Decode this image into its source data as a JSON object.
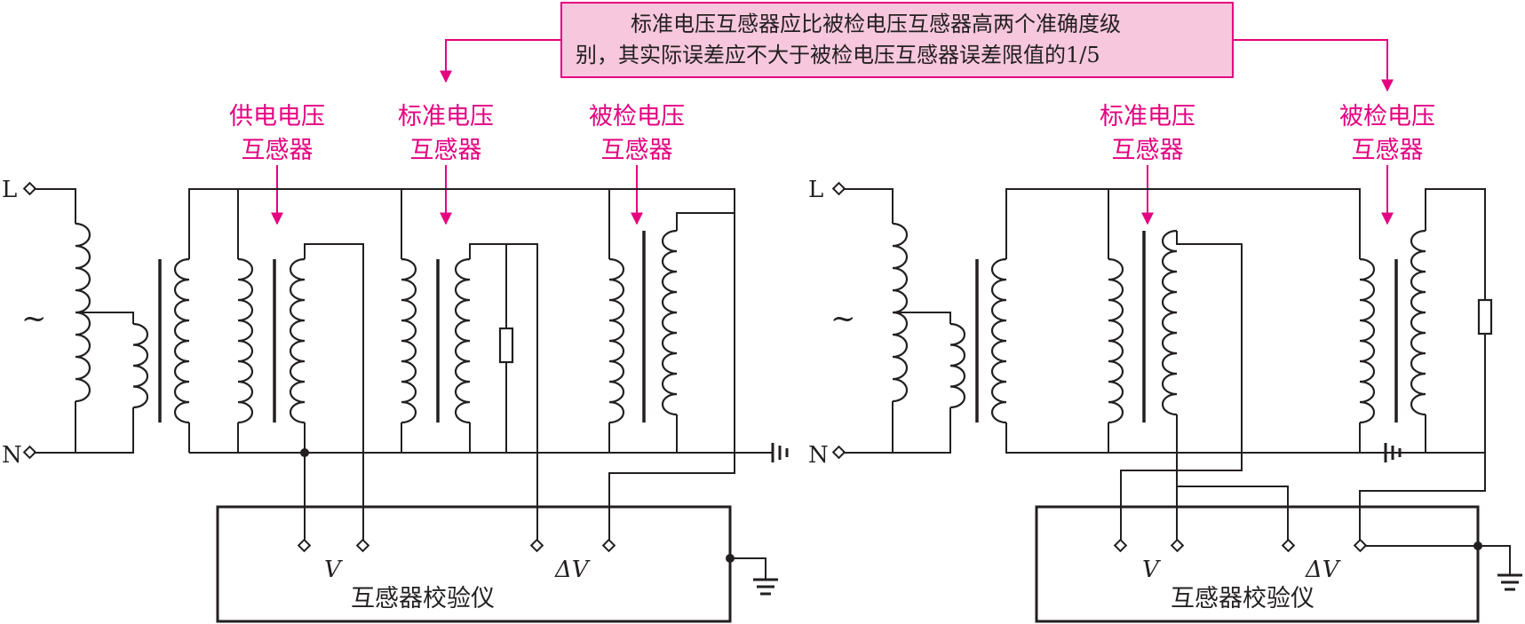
{
  "note": {
    "line1": "标准电压互感器应比被检电压互感器高两个准确度级",
    "line2": "别，其实际误差应不大于被检电压互感器误差限值的1/5"
  },
  "left": {
    "supply_label": [
      "供电电压",
      "互感器"
    ],
    "standard_label": [
      "标准电压",
      "互感器"
    ],
    "tested_label": [
      "被检电压",
      "互感器"
    ],
    "terminal_L": "L",
    "terminal_N": "N",
    "ac_symbol": "~",
    "port_V": "V",
    "port_dV": "ΔV",
    "device": "互感器校验仪"
  },
  "right": {
    "standard_label": [
      "标准电压",
      "互感器"
    ],
    "tested_label": [
      "被检电压",
      "互感器"
    ],
    "terminal_L": "L",
    "terminal_N": "N",
    "ac_symbol": "~",
    "port_V": "V",
    "port_dV": "ΔV",
    "device": "互感器校验仪"
  },
  "colors": {
    "accent": "#e4007f",
    "note_bg": "#f6c7dd",
    "wire": "#231f20"
  }
}
